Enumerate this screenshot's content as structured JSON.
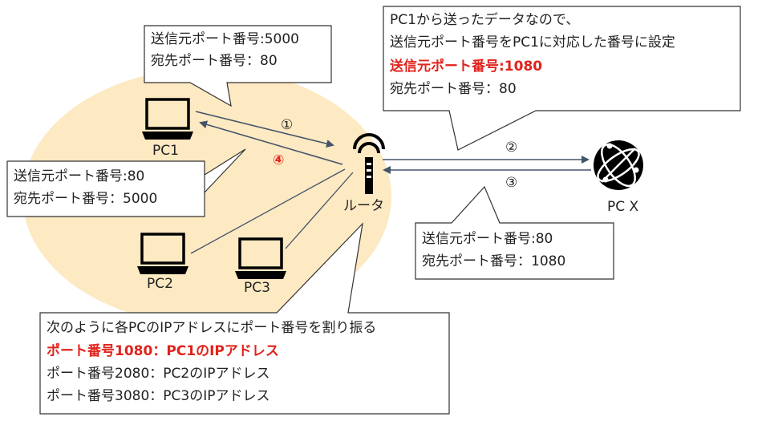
{
  "nodes": {
    "pc1": "PC1",
    "pc2": "PC2",
    "pc3": "PC3",
    "router": "ルータ",
    "pcx": "PC X"
  },
  "steps": {
    "s1": "①",
    "s2": "②",
    "s3": "③",
    "s4": "④"
  },
  "callouts": {
    "top_left": {
      "line1": "送信元ポート番号:5000",
      "line2": "宛先ポート番号：80"
    },
    "top_right": {
      "line1": "PC1から送ったデータなので、",
      "line2": "送信元ポート番号をPC1に対応した番号に設定",
      "line3": "送信元ポート番号:1080",
      "line4": "宛先ポート番号：80"
    },
    "left": {
      "line1": "送信元ポート番号:80",
      "line2": "宛先ポート番号：5000"
    },
    "right": {
      "line1": "送信元ポート番号:80",
      "line2": "宛先ポート番号：1080"
    },
    "bottom": {
      "line1": "次のように各PCのIPアドレスにポート番号を割り振る",
      "line2": "ポート番号1080：PC1のIPアドレス",
      "line3": "ポート番号2080：PC2のIPアドレス",
      "line4": "ポート番号3080：PC3のIPアドレス"
    }
  },
  "colors": {
    "lan_area": "#fde9c2",
    "arrow": "#44546a",
    "highlight": "#e0231c",
    "icon": "#000000"
  }
}
